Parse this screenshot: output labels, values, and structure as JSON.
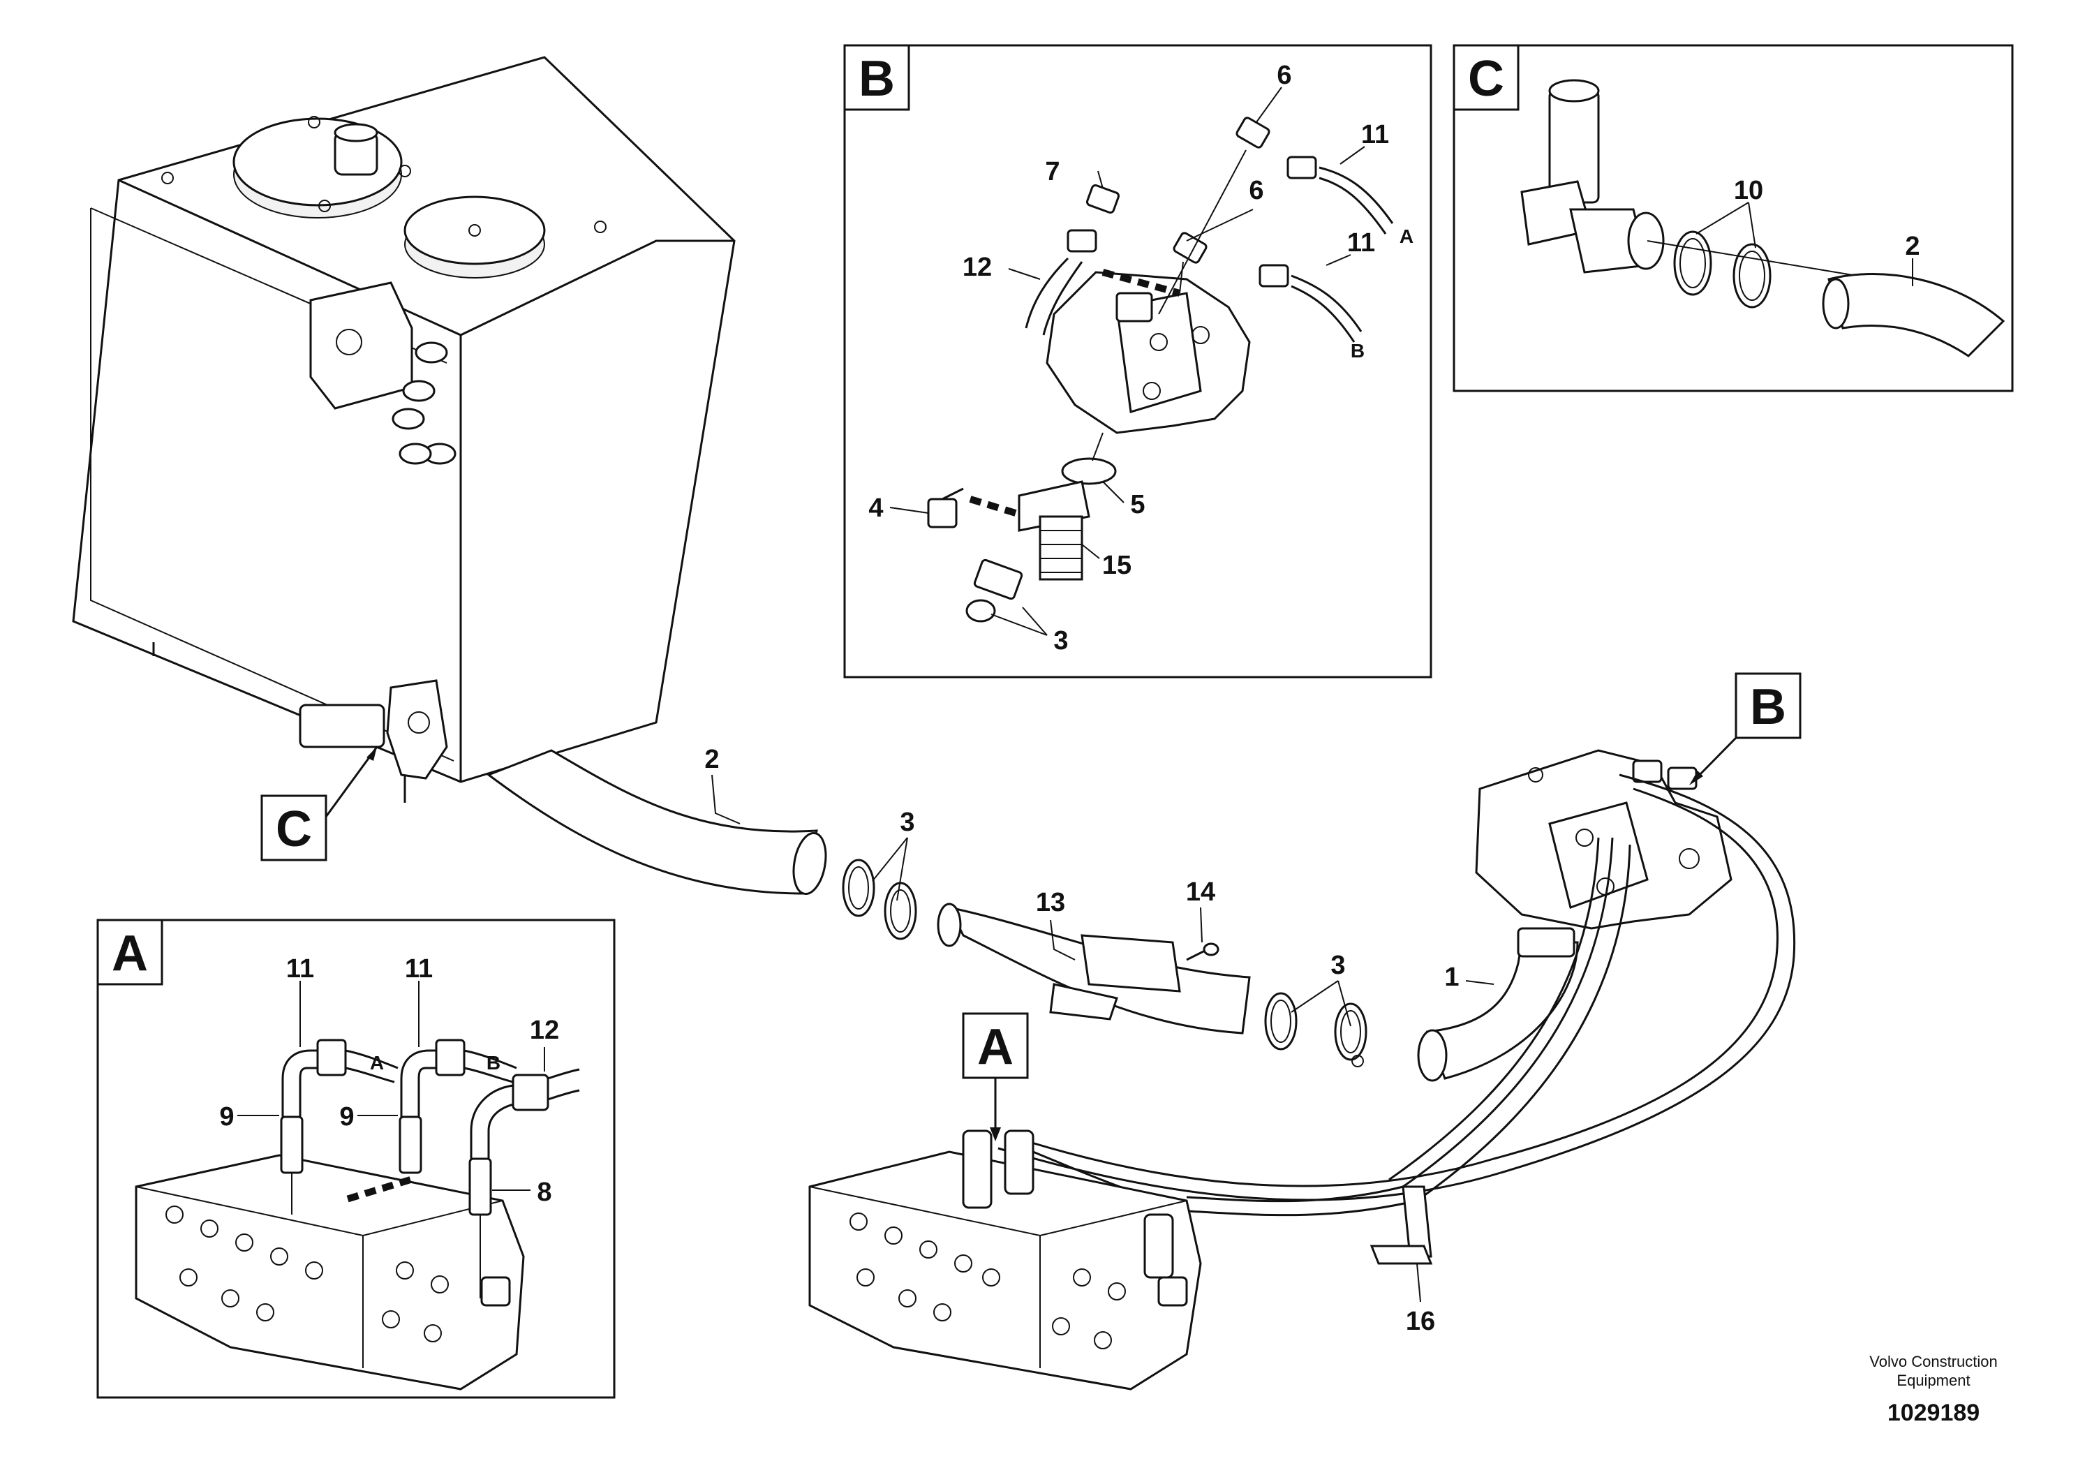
{
  "detail_letters": {
    "a": "A",
    "b": "B",
    "c": "C"
  },
  "footer": {
    "company_line1": "Volvo Construction",
    "company_line2": "Equipment",
    "drawing_number": "1029189"
  },
  "ports": {
    "a": "A",
    "b": "B"
  },
  "labels": {
    "main_hose_2": "2",
    "main_clamp_3": "3",
    "main_hose_13": "13",
    "main_screw_14": "14",
    "main_clamp_3b": "3",
    "main_hose_1": "1",
    "main_bracket_16": "16",
    "b_fitting_6a": "6",
    "b_hose_11a": "11",
    "b_fitting_7": "7",
    "b_fitting_6b": "6",
    "b_hose_11b": "11",
    "b_hose_12": "12",
    "b_screw_4": "4",
    "b_oring_5": "5",
    "b_flange_15": "15",
    "b_clamp_3": "3",
    "c_clamp_10": "10",
    "c_hose_2": "2",
    "a_hose_11a": "11",
    "a_hose_11b": "11",
    "a_hose_12": "12",
    "a_adapter_9a": "9",
    "a_adapter_9b": "9",
    "a_adapter_8": "8"
  }
}
